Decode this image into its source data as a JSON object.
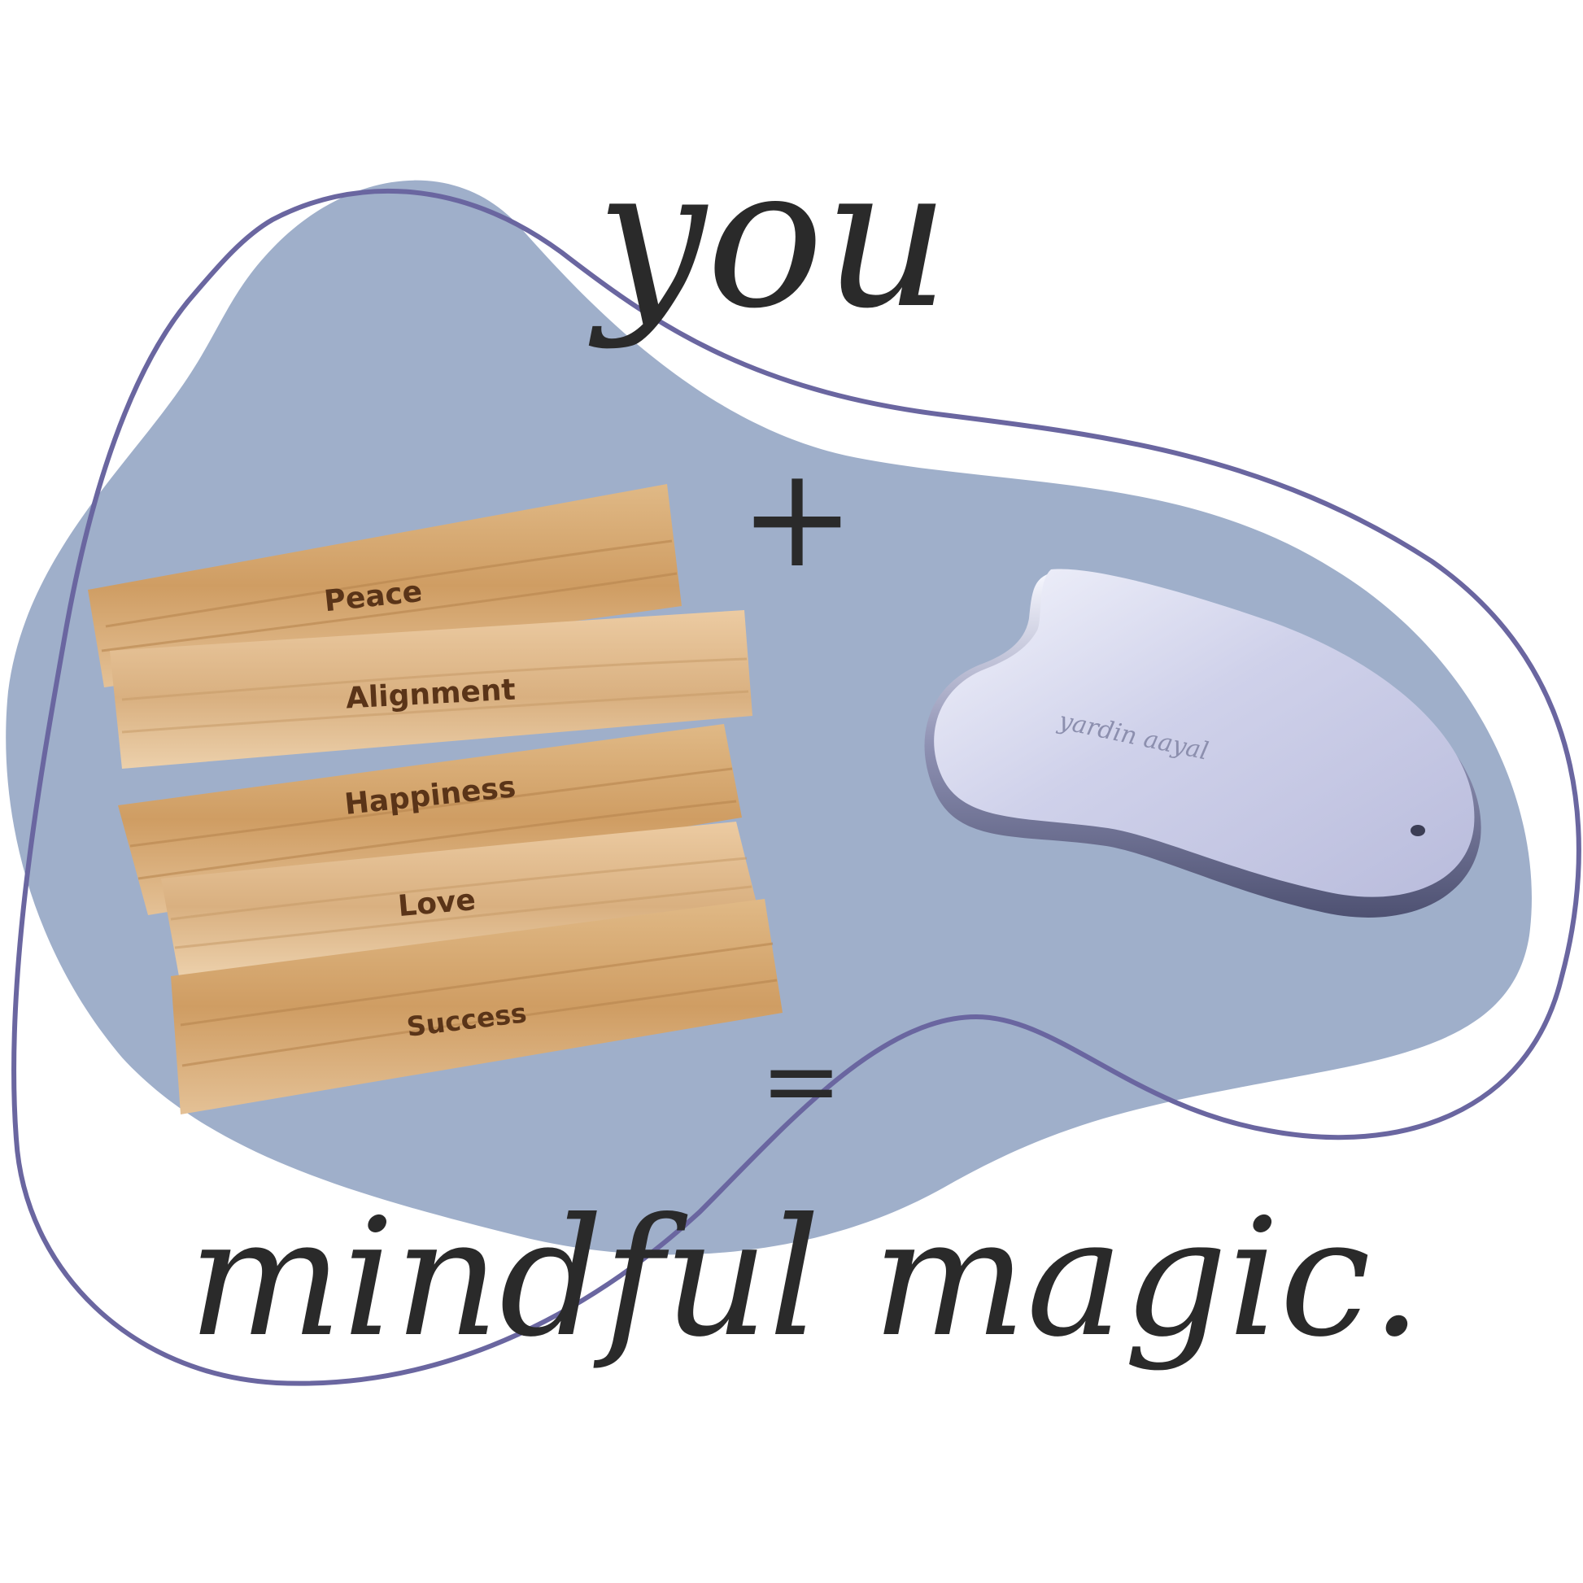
{
  "heading": {
    "you": "you",
    "plus": "+",
    "equals": "=",
    "result": "mindful magic."
  },
  "palo_santo_words": [
    "Peace",
    "Alignment",
    "Happiness",
    "Love",
    "Success"
  ],
  "gua_sha_engraving": "yardin aayal",
  "colors": {
    "background": "#ffffff",
    "blob": "#9fafca",
    "outline": "#6a66a0",
    "text": "#2a2a2a",
    "wood": "#d8ac78",
    "engraving": "#5a3418",
    "steel": "#cfd2ea"
  }
}
